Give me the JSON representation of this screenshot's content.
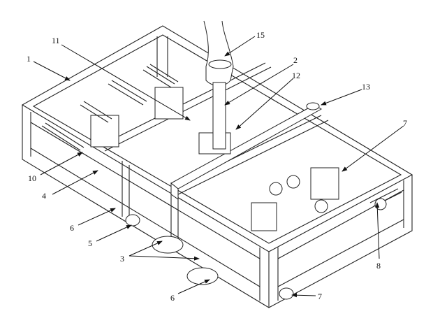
{
  "figure": {
    "labels": {
      "frame": "1",
      "vertical_shaft": "2",
      "lower_units": "3",
      "left_drive": "4",
      "mid_bracket": "5",
      "wheel_left": "6",
      "wheel_bottom": "6",
      "motor_right": "7",
      "wheel_right_bottom": "7",
      "spring_right": "8",
      "spring_left": "10",
      "slider": "11",
      "rail": "12",
      "pulley": "13",
      "hose": "15"
    }
  }
}
